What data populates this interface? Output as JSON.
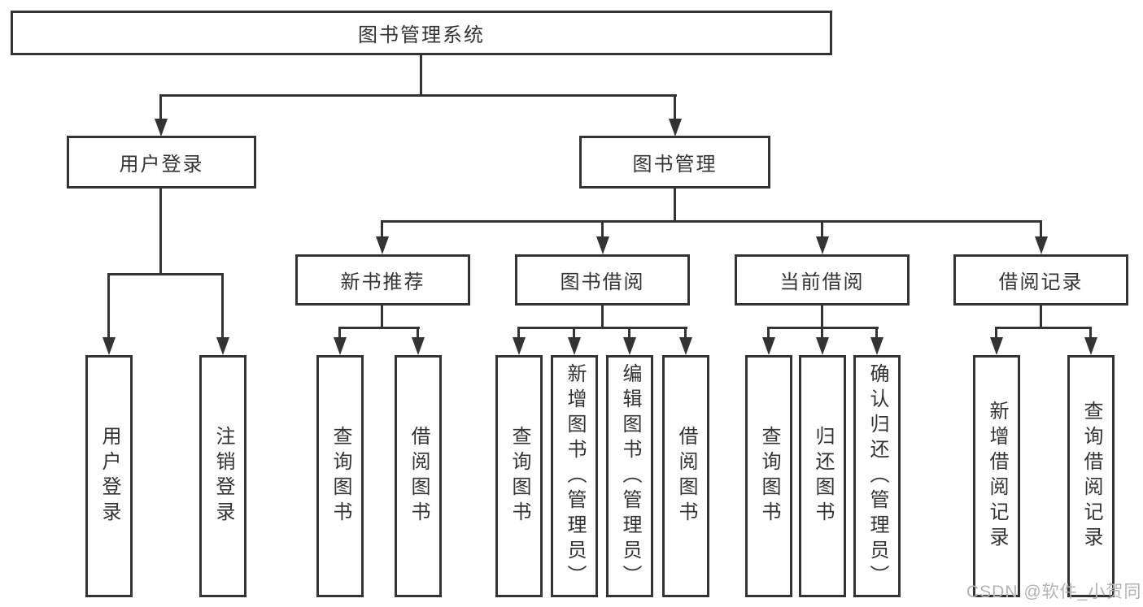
{
  "colors": {
    "background": "#ffffff",
    "line": "#333333",
    "box_border": "#333333",
    "text": "#333333",
    "watermark": "#b3b3b3"
  },
  "watermark": {
    "text": "CSDN @软件_小贺同学"
  },
  "tree": {
    "label": "图书管理系统",
    "children": [
      {
        "label": "用户登录",
        "children": [
          {
            "label": "用户登录"
          },
          {
            "label": "注销登录"
          }
        ]
      },
      {
        "label": "图书管理",
        "children": [
          {
            "label": "新书推荐",
            "children": [
              {
                "label": "查询图书"
              },
              {
                "label": "借阅图书"
              }
            ]
          },
          {
            "label": "图书借阅",
            "children": [
              {
                "label": "查询图书"
              },
              {
                "label": "新增图书（管理员）"
              },
              {
                "label": "编辑图书（管理员）"
              },
              {
                "label": "借阅图书"
              }
            ]
          },
          {
            "label": "当前借阅",
            "children": [
              {
                "label": "查询图书"
              },
              {
                "label": "归还图书"
              },
              {
                "label": "确认归还（管理员）"
              }
            ]
          },
          {
            "label": "借阅记录",
            "children": [
              {
                "label": "新增借阅记录"
              },
              {
                "label": "查询借阅记录"
              }
            ]
          }
        ]
      }
    ]
  }
}
